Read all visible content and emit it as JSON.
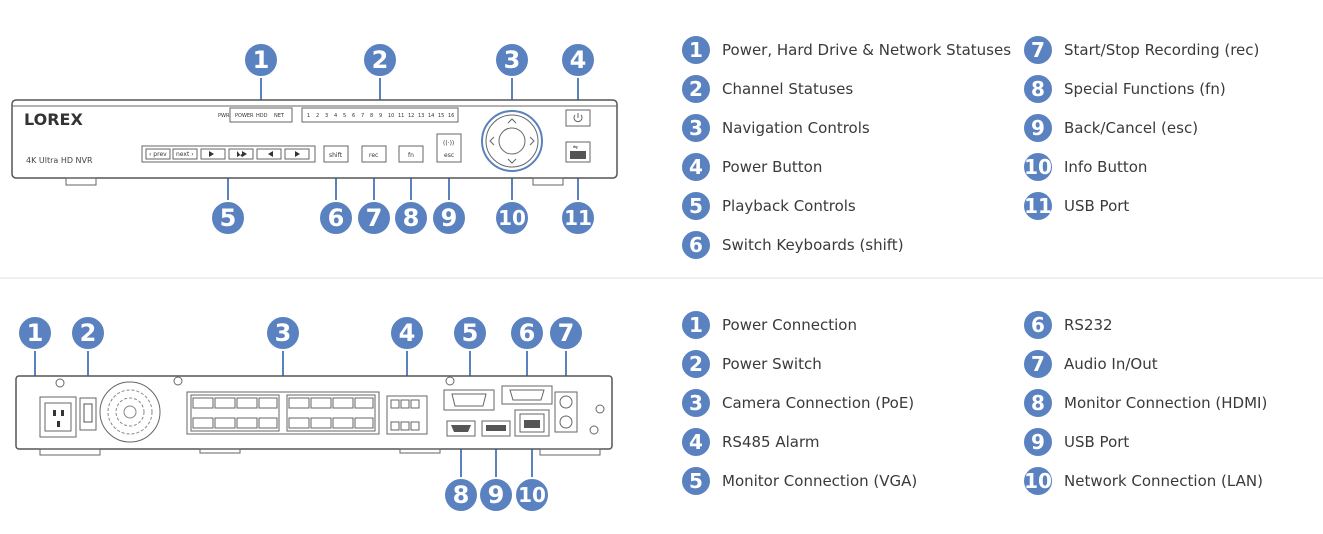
{
  "colors": {
    "accent": "#5a82c0",
    "text": "#3a3a3a",
    "line": "#e2e2e2"
  },
  "front": {
    "brand": "LOREX",
    "model": "4K Ultra HD NVR",
    "status_labels": [
      "PWR",
      "POWER",
      "HDD",
      "NET"
    ],
    "channels": [
      "1",
      "2",
      "3",
      "4",
      "5",
      "6",
      "7",
      "8",
      "9",
      "10",
      "11",
      "12",
      "13",
      "14",
      "15",
      "16"
    ],
    "buttons": {
      "prev": "‹ prev",
      "next": "next ›",
      "shift": "shift",
      "rec": "rec",
      "fn": "fn",
      "esc": "esc"
    },
    "callouts": [
      "1",
      "2",
      "3",
      "4",
      "5",
      "6",
      "7",
      "8",
      "9",
      "10",
      "11"
    ],
    "legend": [
      {
        "num": "1",
        "label": "Power, Hard Drive & Network Statuses"
      },
      {
        "num": "2",
        "label": "Channel Statuses"
      },
      {
        "num": "3",
        "label": "Navigation Controls"
      },
      {
        "num": "4",
        "label": "Power Button"
      },
      {
        "num": "5",
        "label": "Playback Controls"
      },
      {
        "num": "6",
        "label": "Switch Keyboards (shift)"
      },
      {
        "num": "7",
        "label": "Start/Stop Recording (rec)"
      },
      {
        "num": "8",
        "label": "Special Functions (fn)"
      },
      {
        "num": "9",
        "label": "Back/Cancel (esc)"
      },
      {
        "num": "10",
        "label": "Info Button"
      },
      {
        "num": "11",
        "label": "USB Port"
      }
    ]
  },
  "back": {
    "callouts": [
      "1",
      "2",
      "3",
      "4",
      "5",
      "6",
      "7",
      "8",
      "9",
      "10"
    ],
    "legend": [
      {
        "num": "1",
        "label": "Power Connection"
      },
      {
        "num": "2",
        "label": "Power Switch"
      },
      {
        "num": "3",
        "label": "Camera Connection (PoE)"
      },
      {
        "num": "4",
        "label": "RS485 Alarm"
      },
      {
        "num": "5",
        "label": "Monitor Connection (VGA)"
      },
      {
        "num": "6",
        "label": "RS232"
      },
      {
        "num": "7",
        "label": "Audio In/Out"
      },
      {
        "num": "8",
        "label": "Monitor Connection (HDMI)"
      },
      {
        "num": "9",
        "label": "USB Port"
      },
      {
        "num": "10",
        "label": "Network Connection (LAN)"
      }
    ]
  }
}
